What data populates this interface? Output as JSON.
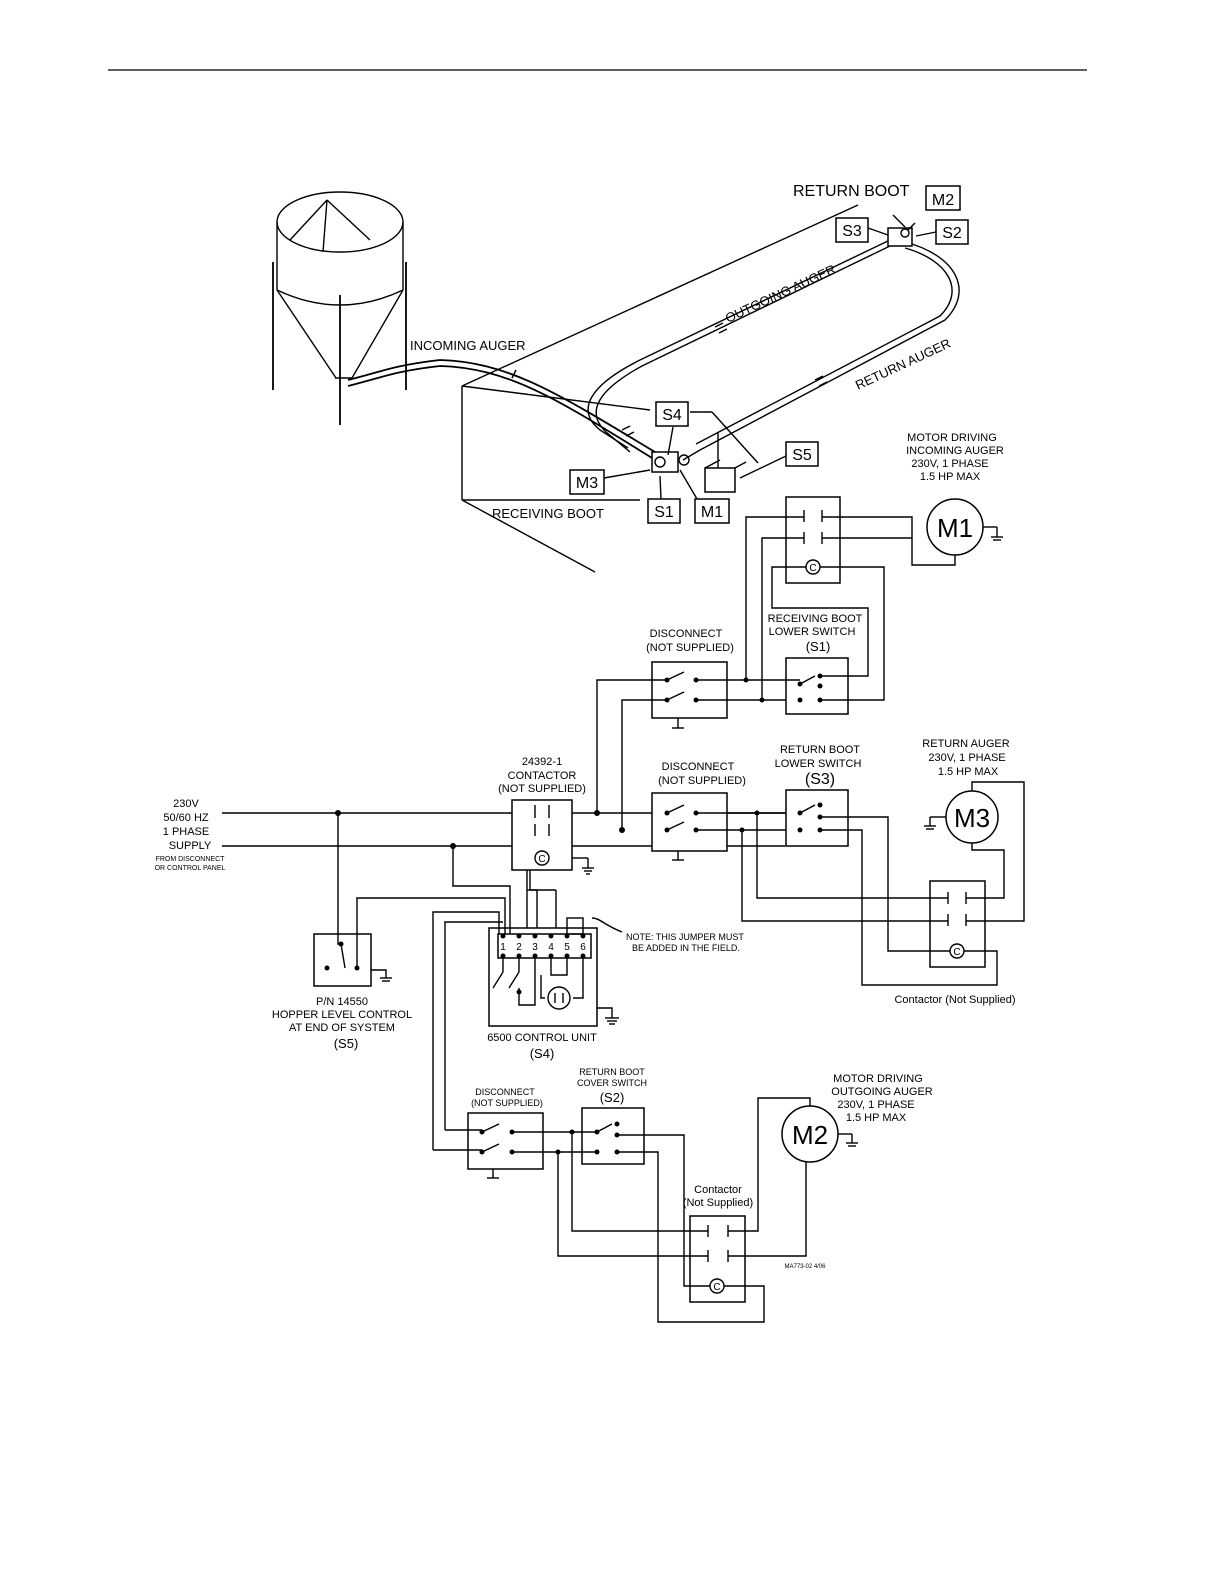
{
  "labels": {
    "return_boot": "RETURN BOOT",
    "outgoing_auger": "OUTGOING AUGER",
    "return_auger_pipe": "RETURN AUGER",
    "incoming_auger": "INCOMING AUGER",
    "receiving_boot": "RECEIVING BOOT",
    "tag_m1": "M1",
    "tag_m2": "M2",
    "tag_m3": "M3",
    "tag_s1": "S1",
    "tag_s2": "S2",
    "tag_s3": "S3",
    "tag_s4": "S4",
    "tag_s5": "S5"
  },
  "motor_m1": {
    "symbol": "M1",
    "lines": [
      "MOTOR DRIVING",
      "INCOMING AUGER",
      "230V, 1 PHASE",
      "1.5 HP MAX"
    ]
  },
  "motor_m3": {
    "symbol": "M3",
    "lines": [
      "RETURN AUGER",
      "230V, 1 PHASE",
      "1.5 HP MAX"
    ]
  },
  "motor_m2": {
    "symbol": "M2",
    "lines": [
      "MOTOR DRIVING",
      "OUTGOING AUGER",
      "230V, 1 PHASE",
      "1.5 HP MAX"
    ]
  },
  "switch_s1": {
    "lines": [
      "RECEIVING BOOT",
      "LOWER SWITCH"
    ],
    "tag": "(S1)"
  },
  "switch_s3": {
    "lines": [
      "RETURN BOOT",
      "LOWER SWITCH"
    ],
    "tag": "(S3)"
  },
  "switch_s2": {
    "lines": [
      "RETURN BOOT",
      "COVER SWITCH"
    ],
    "tag": "(S2)"
  },
  "disconnect_1": {
    "lines": [
      "DISCONNECT",
      "(NOT SUPPLIED)"
    ]
  },
  "disconnect_2": {
    "lines": [
      "DISCONNECT",
      "(NOT SUPPLIED)"
    ]
  },
  "disconnect_3": {
    "lines": [
      "DISCONNECT",
      "(NOT SUPPLIED)"
    ]
  },
  "contactor_main": {
    "lines": [
      "24392-1",
      "CONTACTOR",
      "(NOT SUPPLIED)"
    ]
  },
  "contactor_m3": {
    "label": "Contactor (Not Supplied)"
  },
  "contactor_m2": {
    "lines": [
      "Contactor",
      "(Not Supplied)"
    ]
  },
  "supply": {
    "lines": [
      "230V",
      "50/60 HZ",
      "1 PHASE",
      "SUPPLY"
    ],
    "from": [
      "FROM DISCONNECT",
      "OR CONTROL PANEL"
    ]
  },
  "hopper_control": {
    "lines": [
      "P/N 14550",
      "HOPPER LEVEL CONTROL",
      "AT END OF SYSTEM"
    ],
    "tag": "(S5)"
  },
  "control_unit": {
    "name": "6500 CONTROL UNIT",
    "tag": "(S4)",
    "terminals": [
      "1",
      "2",
      "3",
      "4",
      "5",
      "6"
    ]
  },
  "jumper_note": [
    "NOTE: THIS JUMPER MUST",
    "BE ADDED IN THE FIELD."
  ],
  "coil_symbol": "C",
  "drawing_ref": "MA773-02 4/06"
}
